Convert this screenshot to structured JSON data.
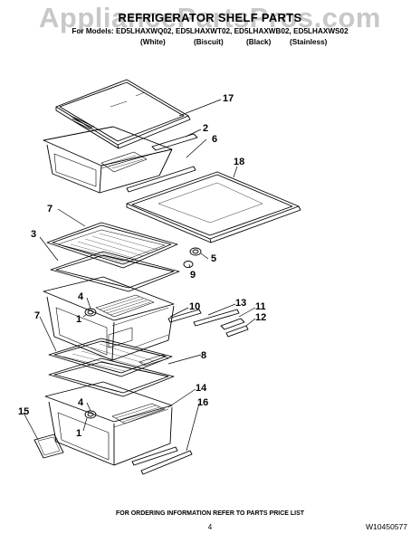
{
  "watermark": "AppliancePartsPros.com",
  "header": {
    "title": "REFRIGERATOR SHELF PARTS",
    "models_line": "For Models: ED5LHAXWQ02, ED5LHAXWT02, ED5LHAXWB02, ED5LHAXWS02",
    "finishes": [
      "(White)",
      "(Biscuit)",
      "(Black)",
      "(Stainless)"
    ]
  },
  "callouts": [
    "17",
    "2",
    "6",
    "18",
    "7",
    "3",
    "5",
    "9",
    "4",
    "1",
    "10",
    "13",
    "11",
    "12",
    "7",
    "8",
    "4",
    "1",
    "14",
    "16",
    "15"
  ],
  "footer": {
    "ordering_note": "FOR ORDERING INFORMATION REFER TO PARTS PRICE LIST",
    "page_number": "4",
    "document_number": "W10450577"
  }
}
